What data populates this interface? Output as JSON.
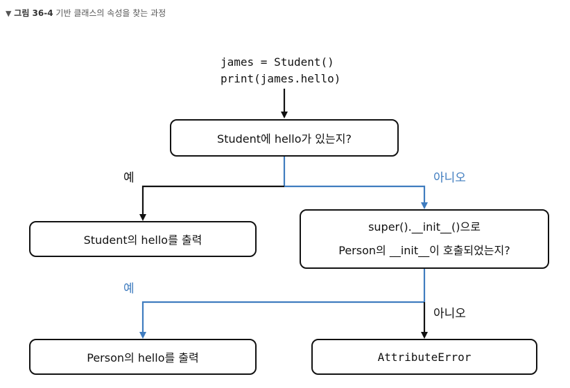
{
  "caption": {
    "marker": "▼",
    "figure_number": "그림 36-4",
    "description": "기반 클래스의 속성을 찾는 과정"
  },
  "code": {
    "line1": "james = Student()",
    "line2": "print(james.hello)"
  },
  "nodes": {
    "q1": "Student에 hello가 있는지?",
    "student_hello": "Student의 hello를 출력",
    "q2_line1": "super().__init__()으로",
    "q2_line2": "Person의 __init__이 호출되었는지?",
    "person_hello": "Person의 hello를 출력",
    "error": "AttributeError"
  },
  "edges": {
    "q1_yes": "예",
    "q1_no": "아니오",
    "q2_yes": "예",
    "q2_no": "아니오"
  },
  "colors": {
    "yes_path": "#111111",
    "no_path": "#3f7cbf",
    "text": "#111111"
  }
}
